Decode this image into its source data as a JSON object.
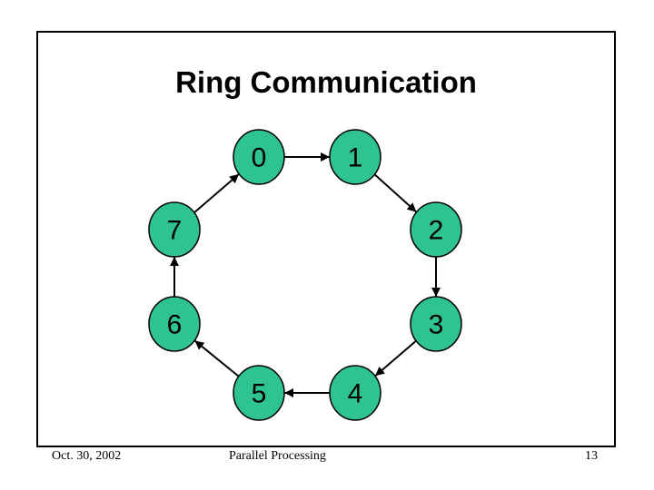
{
  "slide": {
    "title": "Ring Communication",
    "footer": {
      "date": "Oct. 30, 2002",
      "title": "Parallel Processing",
      "page_number": "13"
    }
  },
  "diagram": {
    "type": "ring-topology",
    "node_count": 8,
    "nodes": [
      {
        "label": "0"
      },
      {
        "label": "1"
      },
      {
        "label": "2"
      },
      {
        "label": "3"
      },
      {
        "label": "4"
      },
      {
        "label": "5"
      },
      {
        "label": "6"
      },
      {
        "label": "7"
      }
    ],
    "edges": [
      {
        "from": "0",
        "to": "1"
      },
      {
        "from": "1",
        "to": "2"
      },
      {
        "from": "2",
        "to": "3"
      },
      {
        "from": "3",
        "to": "4"
      },
      {
        "from": "4",
        "to": "5"
      },
      {
        "from": "5",
        "to": "6"
      },
      {
        "from": "6",
        "to": "7"
      },
      {
        "from": "7",
        "to": "0"
      }
    ],
    "colors": {
      "node_fill": "#2FC48F",
      "node_stroke": "#000000",
      "arrow": "#000000",
      "title_text": "#000000",
      "border": "#000000",
      "background": "#FFFFFF"
    }
  }
}
